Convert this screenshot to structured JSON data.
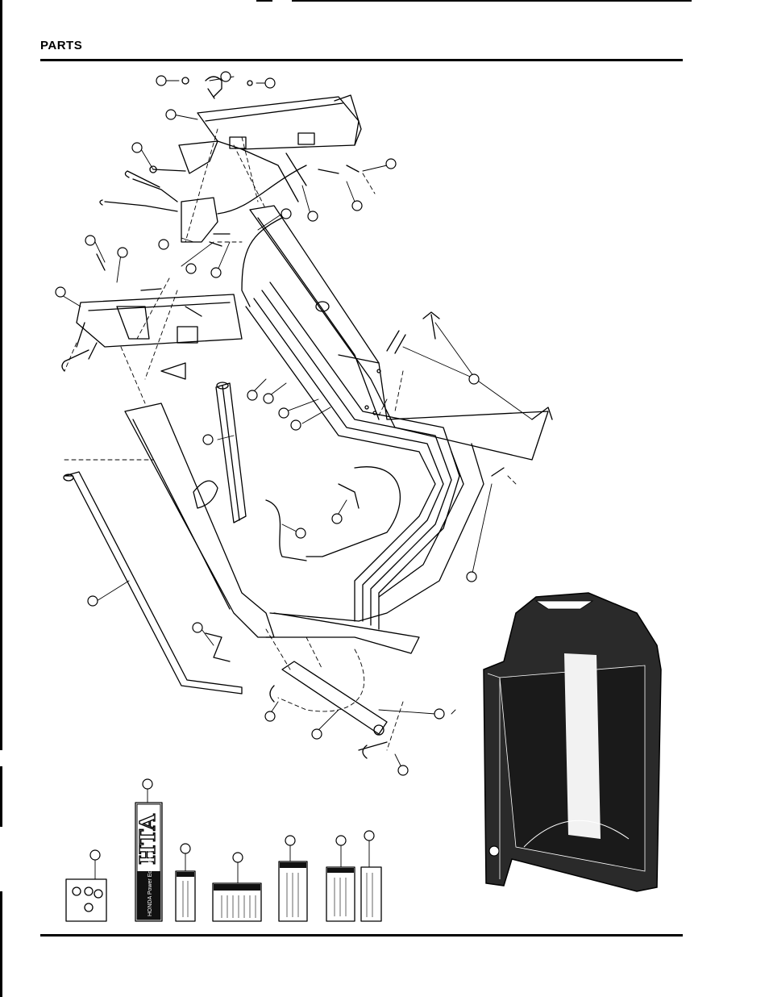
{
  "page": {
    "title": "PARTS"
  },
  "diagram": {
    "labels_rotated_note": "",
    "callouts": [],
    "decals": {
      "badge_text": "HTA",
      "badge_side_text": "HONDA Power Equipment"
    }
  },
  "colors": {
    "ink": "#000000",
    "paper": "#ffffff",
    "shade": "#2a2a2a"
  }
}
